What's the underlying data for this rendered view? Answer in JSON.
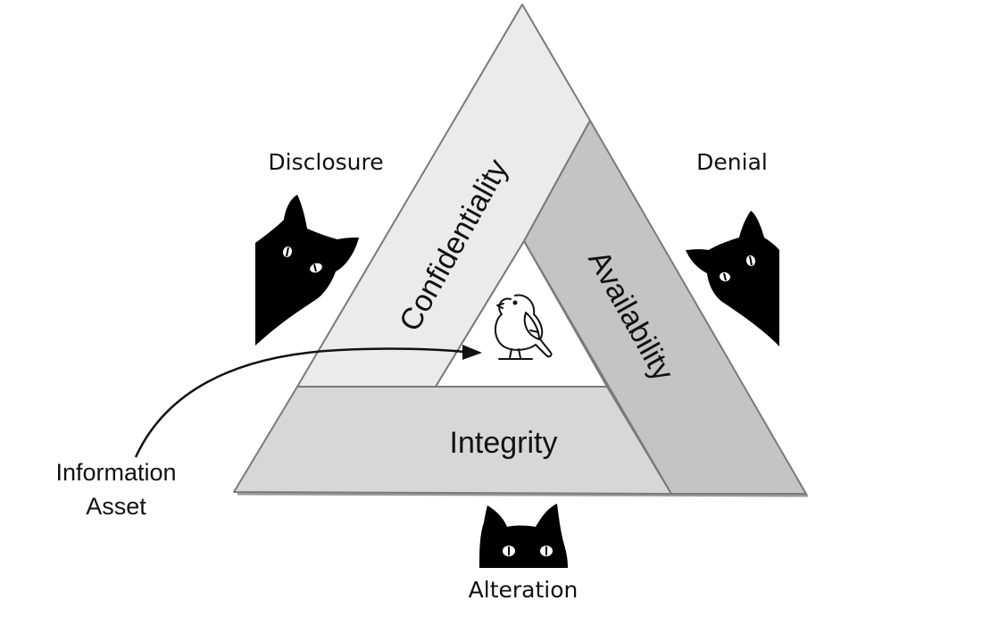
{
  "diagram": {
    "title": "CIA Triad",
    "bands": [
      {
        "id": "confidentiality",
        "label": "Confidentiality",
        "fill": "#ebebeb"
      },
      {
        "id": "availability",
        "label": "Availability",
        "fill": "#c4c4c4"
      },
      {
        "id": "integrity",
        "label": "Integrity",
        "fill": "#d7d7d7"
      }
    ],
    "threats": [
      {
        "id": "disclosure",
        "label": "Disclosure",
        "icon": "peeking-cat-icon",
        "targets": "confidentiality"
      },
      {
        "id": "denial",
        "label": "Denial",
        "icon": "peeking-cat-icon",
        "targets": "availability"
      },
      {
        "id": "alteration",
        "label": "Alteration",
        "icon": "peeking-cat-icon",
        "targets": "integrity"
      }
    ],
    "asset": {
      "label_line1": "Information",
      "label_line2": "Asset",
      "icon": "bird-icon"
    },
    "colors": {
      "outline": "#7a7a7a",
      "cat": "#000000",
      "text": "#111111",
      "background": "#ffffff"
    }
  }
}
